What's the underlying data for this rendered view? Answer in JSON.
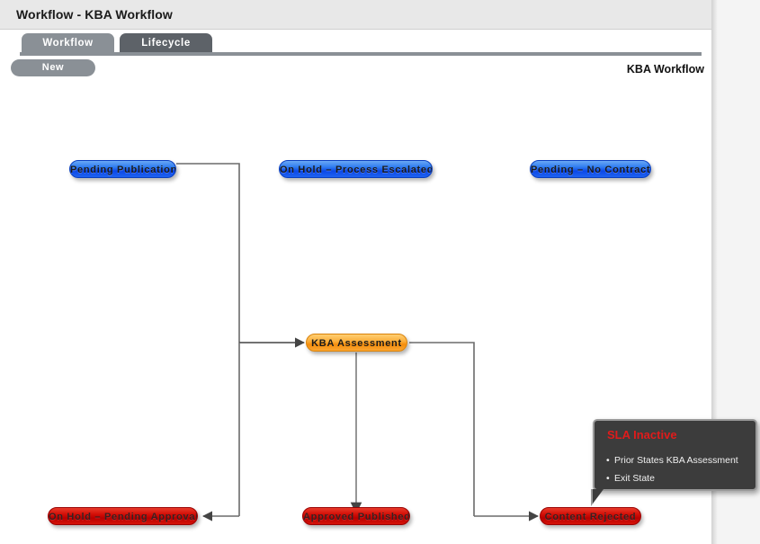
{
  "window": {
    "title": "Workflow - KBA Workflow"
  },
  "tabs": [
    {
      "label": "Workflow",
      "active": false
    },
    {
      "label": "Lifecycle",
      "active": true
    }
  ],
  "toolbar": {
    "new_label": "New"
  },
  "canvas": {
    "heading": "KBA Workflow",
    "nodes": [
      {
        "label": "Pending Publication",
        "color": "blue"
      },
      {
        "label": "On Hold – Process Escalated",
        "color": "blue"
      },
      {
        "label": "Pending – No Contract",
        "color": "blue"
      },
      {
        "label": "KBA Assessment",
        "color": "orange"
      },
      {
        "label": "On Hold – Pending Approval",
        "color": "red"
      },
      {
        "label": "Approved Published",
        "color": "red"
      },
      {
        "label": "Content Rejected",
        "color": "red"
      }
    ]
  },
  "tooltip": {
    "title": "SLA Inactive",
    "rows": [
      "Prior States  KBA Assessment",
      "Exit State"
    ]
  },
  "colors": {
    "accent_blue": "#1f63f0",
    "accent_orange": "#f58d0c",
    "accent_red": "#c20a04",
    "tooltip_title": "#e01b1b",
    "tab_active": "#5d6268",
    "tab_inactive": "#8a9096",
    "edge_line": "#6b6b6b"
  }
}
